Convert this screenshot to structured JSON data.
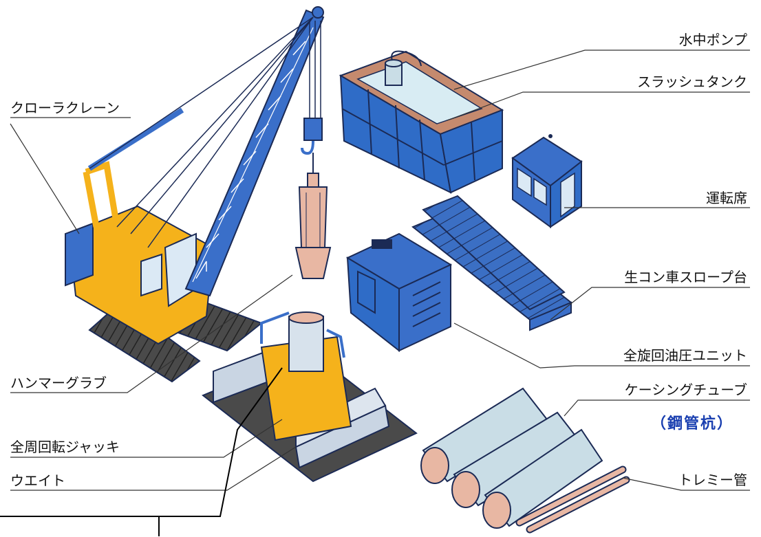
{
  "labels": {
    "crawler_crane": "クローラクレーン",
    "hammer_grab": "ハンマーグラブ",
    "full_rotation_jack": "全周回転ジャッキ",
    "weight": "ウエイト",
    "submersible_pump": "水中ポンプ",
    "slush_tank": "スラッシュタンク",
    "operator_cab": "運転席",
    "concrete_truck_slope": "生コン車スロープ台",
    "hydraulic_unit": "全旋回油圧ユニット",
    "casing_tube": "ケーシングチューブ",
    "steel_pipe_pile": "（鋼管杭）",
    "tremie_pipe": "トレミー管"
  },
  "colors": {
    "crane_blue": "#3a6fc9",
    "crane_yellow": "#f5b21b",
    "tank_blue": "#2f6cc7",
    "casing": "#c9dde6",
    "tremie": "#e8b7a3",
    "outline": "#1b2a55"
  }
}
